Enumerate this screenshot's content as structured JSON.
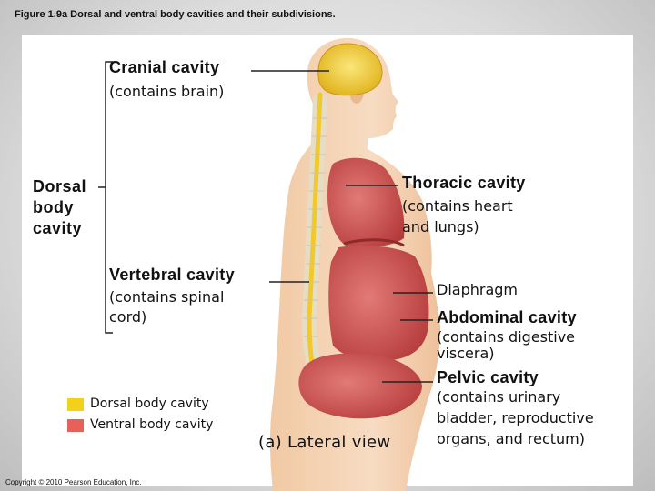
{
  "figure_title": "Figure 1.9a Dorsal and ventral body cavities and their subdivisions.",
  "labels": {
    "cranial_title": "Cranial cavity",
    "cranial_sub": "(contains brain)",
    "dorsal_line1": "Dorsal",
    "dorsal_line2": "body",
    "dorsal_line3": "cavity",
    "vertebral_title": "Vertebral cavity",
    "vertebral_sub1": "(contains spinal",
    "vertebral_sub2": "cord)",
    "thoracic_title": "Thoracic cavity",
    "thoracic_sub1": "(contains heart",
    "thoracic_sub2": "and lungs)",
    "diaphragm": "Diaphragm",
    "abdominal_title": "Abdominal cavity",
    "abdominal_sub1": "(contains digestive",
    "abdominal_sub2": "viscera)",
    "pelvic_title": "Pelvic cavity",
    "pelvic_sub1": "(contains urinary",
    "pelvic_sub2": "bladder, reproductive",
    "pelvic_sub3": "organs, and rectum)",
    "view_caption": "(a) Lateral view"
  },
  "legend": [
    {
      "label": "Dorsal body cavity",
      "color": "#f2d11a"
    },
    {
      "label": "Ventral body cavity",
      "color": "#e8605a"
    }
  ],
  "copyright": "Copyright © 2010 Pearson Education, Inc.",
  "colors": {
    "skin": "#f3d3b4",
    "dorsal": "#f2c92a",
    "ventral": "#cf4b4b",
    "spine": "#e9e2cf",
    "leader": "#222222"
  }
}
